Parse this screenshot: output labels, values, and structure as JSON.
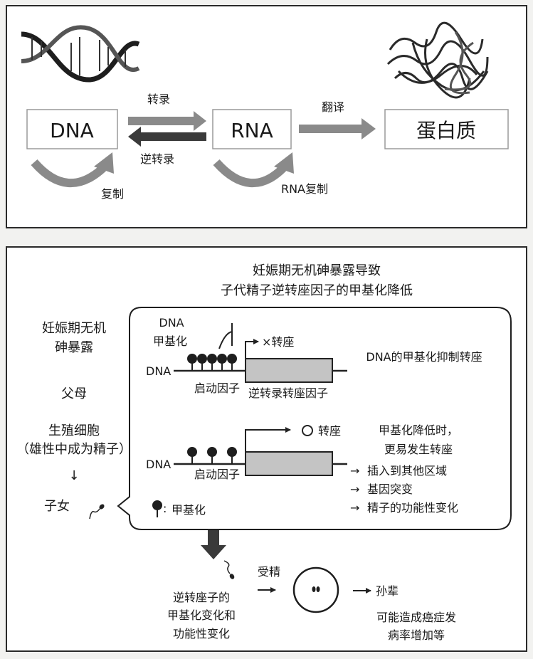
{
  "dogma": {
    "dna": "DNA",
    "rna": "RNA",
    "protein": "蛋白质",
    "transcription": "转录",
    "reverse_transcription": "逆转录",
    "translation": "翻译",
    "replication": "复制",
    "rna_replication": "RNA复制"
  },
  "methylation": {
    "title_line1": "妊娠期无机砷暴露导致",
    "title_line2": "子代精子逆转座因子的甲基化降低",
    "left_line1": "妊娠期无机",
    "left_line2": "砷暴露",
    "parents": "父母",
    "germ_line1": "生殖细胞",
    "germ_line2": "（雄性中成为精子）",
    "down_arrow": "↓",
    "offspring": "子女",
    "dna_methylation_line1": "DNA",
    "dna_methylation_line2": "甲基化",
    "no_transposition": "×转座",
    "dna_label": "DNA",
    "promoter": "启动因子",
    "retrotransposon": "逆转录转座因子",
    "methylation_suppresses": "DNA的甲基化抑制转座",
    "transposition_ok": "转座",
    "dna_label_2": "DNA",
    "promoter_2": "启动因子",
    "reduced_line1": "甲基化降低时，",
    "reduced_line2": "更易发生转座",
    "effects": [
      "插入到其他区域",
      "基因突变",
      "精子的功能性变化"
    ],
    "legend": "甲基化",
    "fertilization": "受精",
    "result_line1": "逆转座子的",
    "result_line2": "甲基化变化和",
    "result_line3": "功能性变化",
    "grandchildren": "孙辈",
    "outcome_line1": "可能造成癌症发",
    "outcome_line2": "病率增加等"
  },
  "colors": {
    "panel_bg": "#ffffff",
    "arrow_gray": "#8a8a8a",
    "arrow_dark": "#3a3a3a",
    "gene_fill": "#c4c4c4"
  }
}
